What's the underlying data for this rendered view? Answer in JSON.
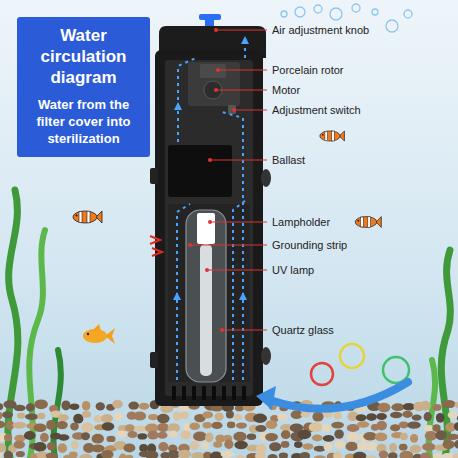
{
  "diagram": {
    "nodes": [
      {
        "text": [
          "Water circulation diagram",
          "Water from the filter cover into sterilization"
        ]
      }
    ],
    "labels": [
      "Air adjustment knob",
      "Porcelain rotor",
      "Motor",
      "Adjustment switch",
      "Ballast",
      "Lampholder",
      "Grounding strip",
      "UV lamp",
      "Quartz glass"
    ]
  }
}
